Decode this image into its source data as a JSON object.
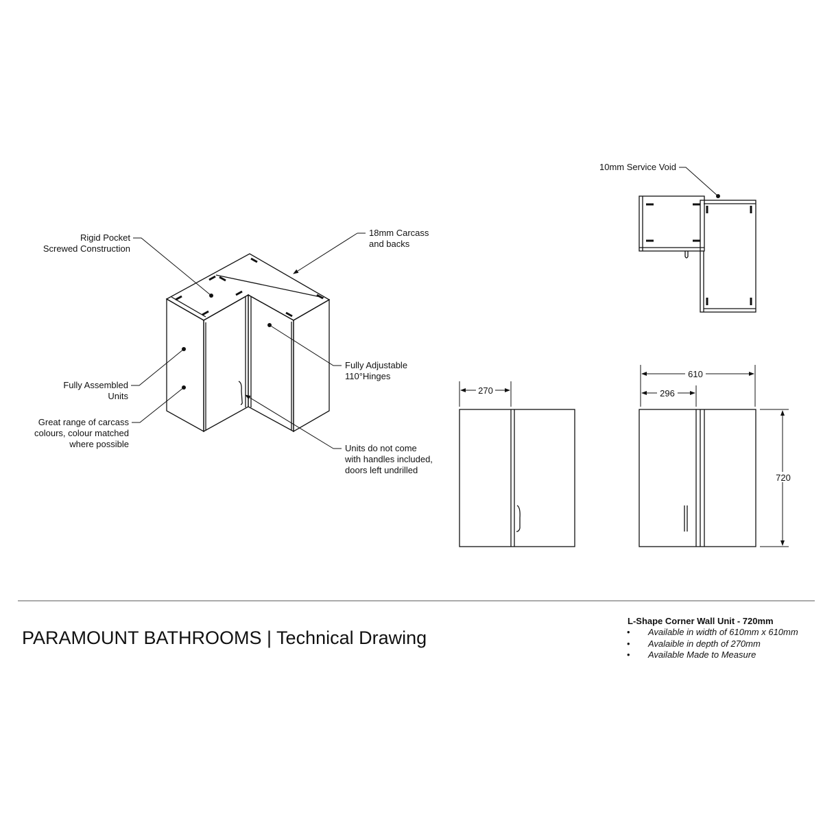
{
  "callouts": {
    "rigid_pocket": [
      "Rigid Pocket",
      "Screwed Construction"
    ],
    "carcass": [
      "18mm Carcass",
      "and backs"
    ],
    "assembled": [
      "Fully Assembled",
      "Units"
    ],
    "colours": [
      "Great range of carcass",
      "colours, colour matched",
      "where possible"
    ],
    "hinges": [
      "Fully Adjustable",
      "110°Hinges"
    ],
    "handles": [
      "Units do not come",
      "with handles included,",
      "doors left undrilled"
    ],
    "service_void": "10mm Service Void"
  },
  "dimensions": {
    "depth": "270",
    "width": "610",
    "door_width": "296",
    "height": "720"
  },
  "footer": {
    "title": "PARAMOUNT BATHROOMS | Technical Drawing",
    "spec_heading": "L-Shape Corner Wall Unit - 720mm",
    "bullet": "•",
    "spec_items": [
      "Available in width of 610mm x 610mm",
      "Avalaible in depth of 270mm",
      "Available Made to Measure"
    ]
  }
}
